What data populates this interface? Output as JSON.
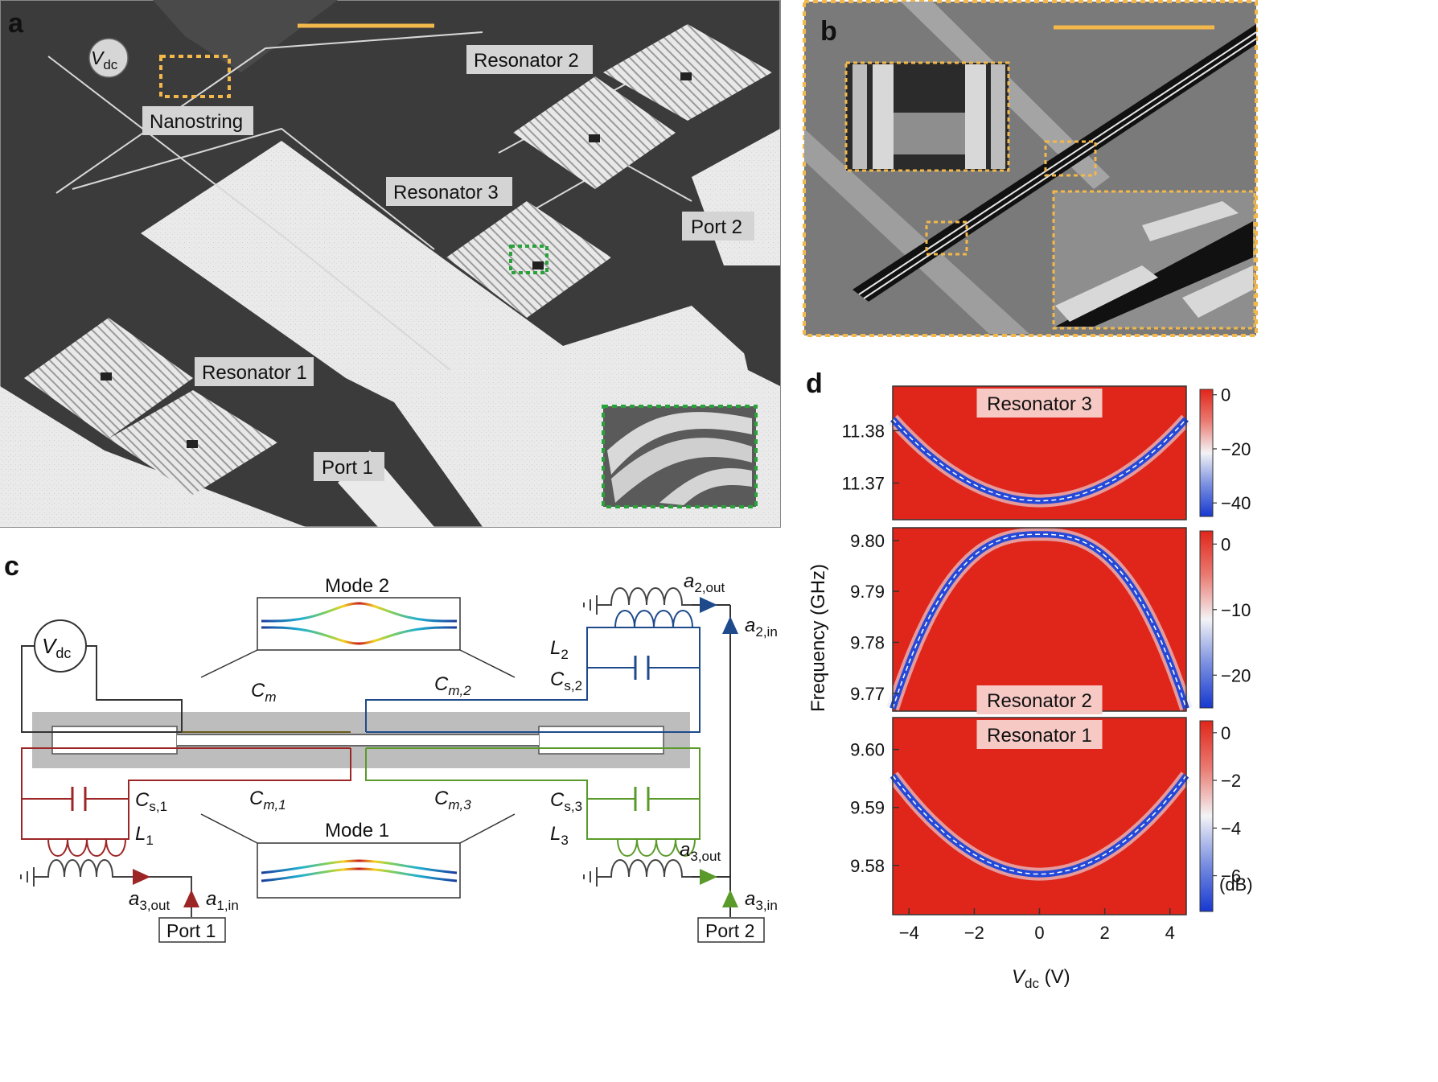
{
  "panel_a": {
    "letter": "a",
    "vdc_v": "V",
    "vdc_sub": "dc",
    "nanostring": "Nanostring",
    "resonator1": "Resonator 1",
    "resonator2": "Resonator 2",
    "resonator3": "Resonator 3",
    "port1": "Port 1",
    "port2": "Port 2"
  },
  "panel_b": {
    "letter": "b"
  },
  "panel_c": {
    "letter": "c",
    "mode1": "Mode 1",
    "mode2": "Mode 2",
    "vdc_v": "V",
    "vdc_sub": "dc",
    "cm": "C",
    "cm_sub": "m",
    "cm1_sub": "m,1",
    "cm2_sub": "m,2",
    "cm3_sub": "m,3",
    "cs1_sub": "s,1",
    "cs2_sub": "s,2",
    "cs3_sub": "s,3",
    "L": "L",
    "l1_sub": "1",
    "l2_sub": "2",
    "l3_sub": "3",
    "a": "a",
    "a2out_sub": "2,out",
    "a2in_sub": "2,in",
    "a3out_sub": "3,out",
    "a3in_sub": "3,in",
    "a1in_sub": "1,in",
    "port1": "Port 1",
    "port2": "Port 2"
  },
  "chart_data": {
    "type": "heatmap",
    "letter": "d",
    "xlabel_v": "V",
    "xlabel_sub": "dc",
    "xlabel_unit": " (V)",
    "ylabel": "Frequency (GHz)",
    "xlim": [
      -4.5,
      4.5
    ],
    "xticks": [
      "−4",
      "−2",
      "0",
      "2",
      "4"
    ],
    "xtick_values": [
      -4,
      -2,
      0,
      2,
      4
    ],
    "colorbar_unit": "(dB)",
    "panels": [
      {
        "name": "Resonator 3",
        "ylim": [
          11.363,
          11.3885
        ],
        "yticks": [
          "11.38",
          "11.37"
        ],
        "ytick_values": [
          11.38,
          11.37
        ],
        "colorbar_ticks": [
          "0",
          "−20",
          "−40"
        ],
        "colorbar_values": [
          0,
          -20,
          -40
        ],
        "colorbar_range": [
          -45,
          2
        ],
        "curve": {
          "shape": "parabola",
          "f0": 11.3666,
          "x_edge": 4.5,
          "f_edge": 11.3822
        }
      },
      {
        "name": "Resonator 2",
        "ylim": [
          9.7665,
          9.8025
        ],
        "yticks": [
          "9.80",
          "9.79",
          "9.78",
          "9.77"
        ],
        "ytick_values": [
          9.8,
          9.79,
          9.78,
          9.77
        ],
        "colorbar_ticks": [
          "0",
          "−10",
          "−20"
        ],
        "colorbar_values": [
          0,
          -10,
          -20
        ],
        "colorbar_range": [
          -25,
          2
        ],
        "curve": {
          "shape": "downward",
          "f0": 9.8012,
          "x_edge": 4.5,
          "f_edge": 9.767
        }
      },
      {
        "name": "Resonator 1",
        "ylim": [
          9.5715,
          9.6055
        ],
        "yticks": [
          "9.60",
          "9.59",
          "9.58"
        ],
        "ytick_values": [
          9.6,
          9.59,
          9.58
        ],
        "colorbar_ticks": [
          "0",
          "−2",
          "−4",
          "−6"
        ],
        "colorbar_values": [
          0,
          -2,
          -4,
          -6
        ],
        "colorbar_range": [
          -7.5,
          0.5
        ],
        "curve": {
          "shape": "parabola",
          "f0": 9.5785,
          "x_edge": 4.5,
          "f_edge": 9.5955
        }
      }
    ]
  }
}
